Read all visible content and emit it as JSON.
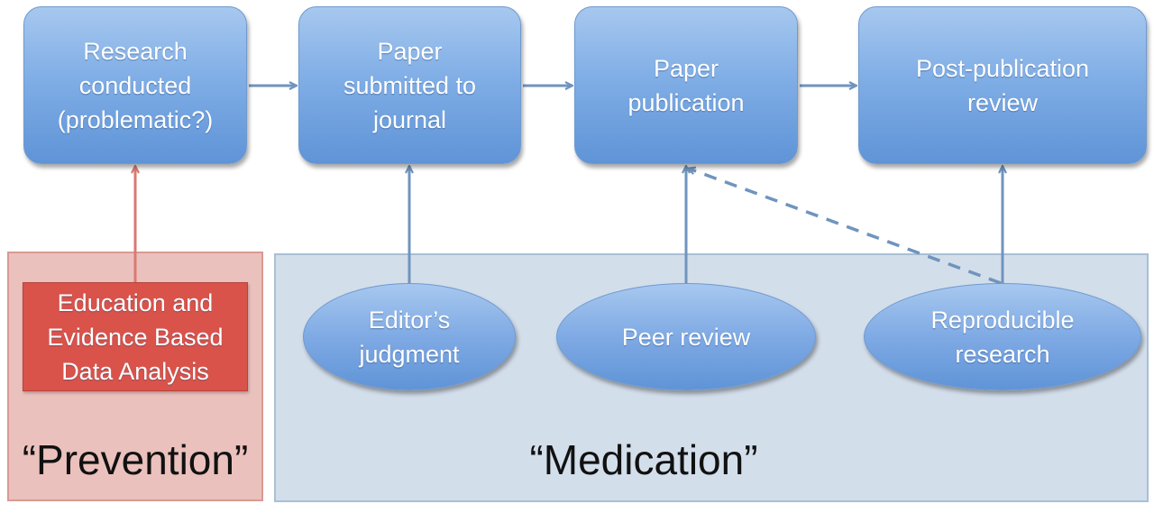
{
  "regions": {
    "prevention": {
      "label": "“Prevention”"
    },
    "medication": {
      "label": "“Medication”"
    }
  },
  "flow_steps": [
    {
      "id": "research",
      "label": "Research\nconducted\n(problematic?)"
    },
    {
      "id": "submitted",
      "label": "Paper\nsubmitted to\njournal"
    },
    {
      "id": "publication",
      "label": "Paper\npublication"
    },
    {
      "id": "postpub",
      "label": "Post-publication\nreview"
    }
  ],
  "prevention_box": {
    "label": "Education and\nEvidence Based\nData Analysis"
  },
  "mechanisms": [
    {
      "id": "editor",
      "label": "Editor’s\njudgment"
    },
    {
      "id": "peer",
      "label": "Peer review"
    },
    {
      "id": "repro",
      "label": "Reproducible\nresearch"
    }
  ],
  "colors": {
    "step_fill": "#80aee6",
    "arrow": "#6f94be",
    "prevention_arrow": "#d87a72",
    "prevention_fill": "#ebc1bd",
    "medication_fill": "#d3deeb",
    "red_box": "#d9534a"
  }
}
